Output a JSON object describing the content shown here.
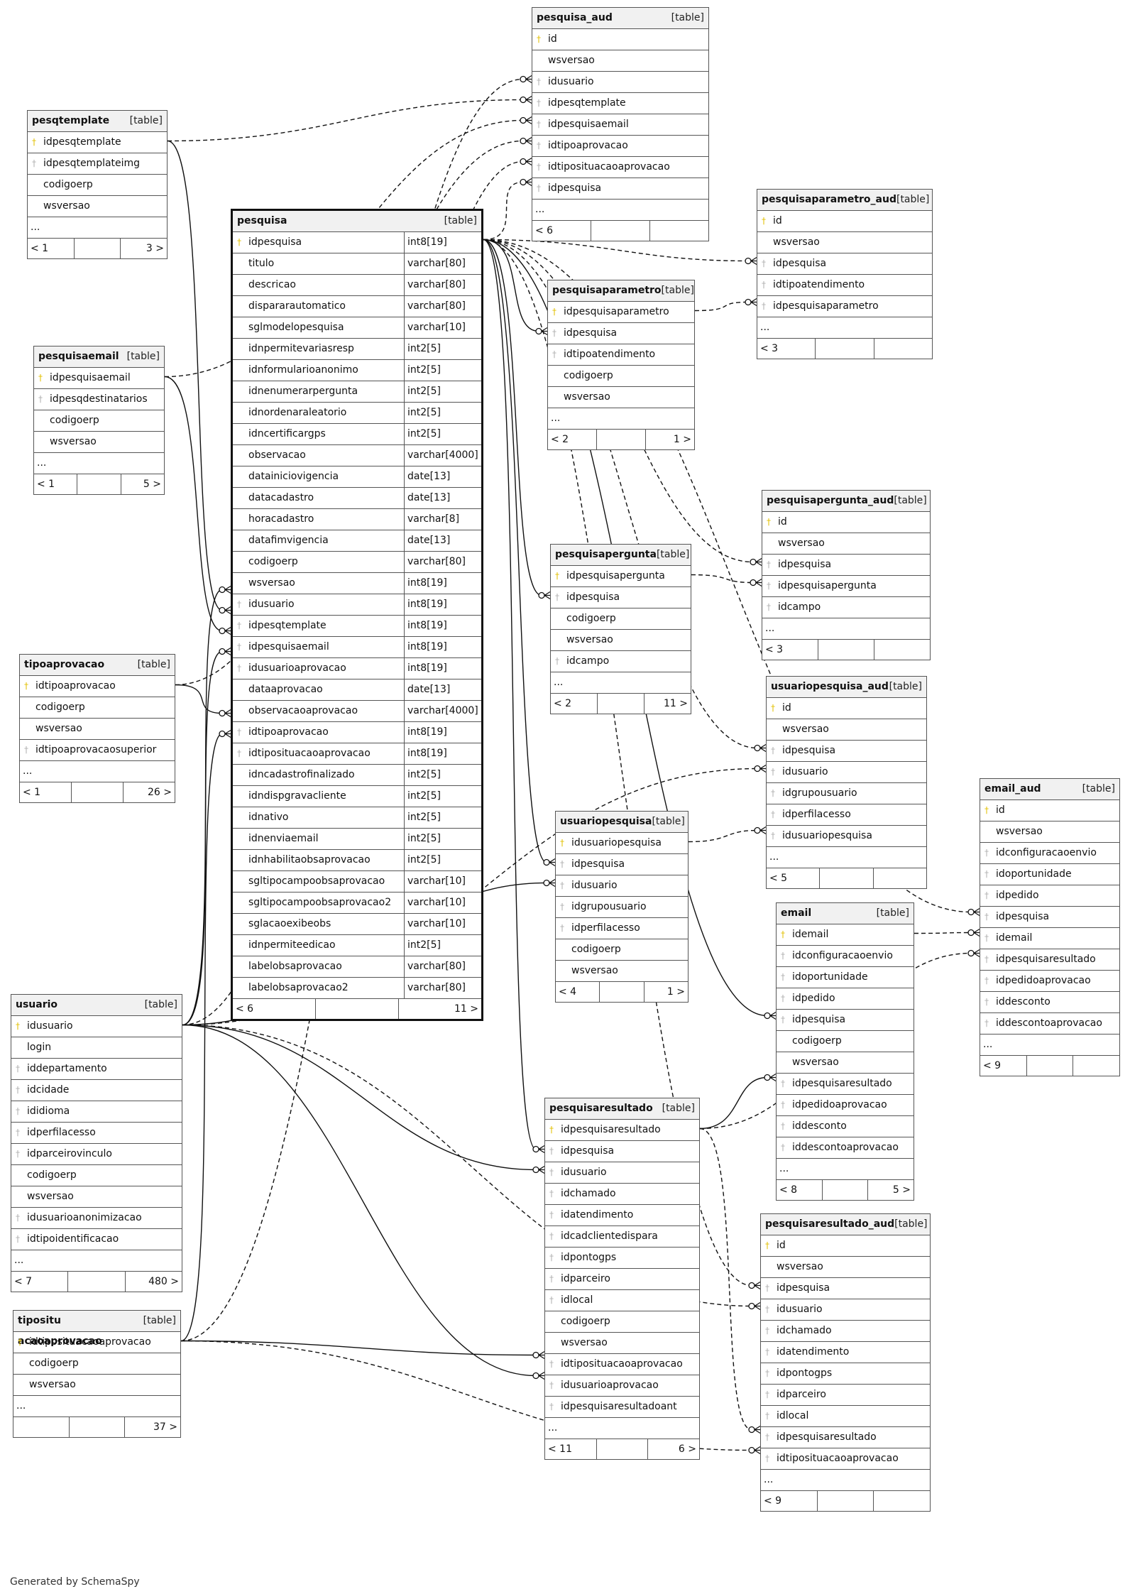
{
  "footer": "Generated by SchemaSpy",
  "tables": [
    {
      "name": "pesquisa_aud",
      "type": "[table]",
      "columns": [
        {
          "n": "id",
          "k": "pk"
        },
        {
          "n": "wsversao",
          "k": ""
        },
        {
          "n": "idusuario",
          "k": "fk"
        },
        {
          "n": "idpesqtemplate",
          "k": "fk"
        },
        {
          "n": "idpesquisaemail",
          "k": "fk"
        },
        {
          "n": "idtipoaprovacao",
          "k": "fk"
        },
        {
          "n": "idtipositu​acaoaprovacao",
          "k": "fk"
        },
        {
          "n": "idpesquisa",
          "k": "fk"
        }
      ],
      "more": "...",
      "foot": [
        "< 6",
        "",
        ""
      ]
    },
    {
      "name": "pesqtemplate",
      "type": "[table]",
      "columns": [
        {
          "n": "idpesqtemplate",
          "k": "pk"
        },
        {
          "n": "idpesqtemplateimg",
          "k": "fk"
        },
        {
          "n": "codigoerp",
          "k": ""
        },
        {
          "n": "wsversao",
          "k": ""
        }
      ],
      "more": "...",
      "foot": [
        "< 1",
        "",
        "3 >"
      ]
    },
    {
      "name": "pesquisaparametro_aud",
      "type": "[table]",
      "columns": [
        {
          "n": "id",
          "k": "pk"
        },
        {
          "n": "wsversao",
          "k": ""
        },
        {
          "n": "idpesquisa",
          "k": "fk"
        },
        {
          "n": "idtipoatendimento",
          "k": "fk"
        },
        {
          "n": "idpesquisaparametro",
          "k": "fk"
        }
      ],
      "more": "...",
      "foot": [
        "< 3",
        "",
        ""
      ]
    },
    {
      "name": "pesquisa",
      "type": "[table]",
      "columns": [
        {
          "n": "idpesquisa",
          "k": "pk",
          "t": "int8[19]"
        },
        {
          "n": "titulo",
          "k": "",
          "t": "varchar[80]"
        },
        {
          "n": "descricao",
          "k": "",
          "t": "varchar[80]"
        },
        {
          "n": "dispararautomatico",
          "k": "",
          "t": "varchar[80]"
        },
        {
          "n": "sglmodelopesquisa",
          "k": "",
          "t": "varchar[10]"
        },
        {
          "n": "idnpermitevariasresp",
          "k": "",
          "t": "int2[5]"
        },
        {
          "n": "idnformularioanonimo",
          "k": "",
          "t": "int2[5]"
        },
        {
          "n": "idnenumerarpergunta",
          "k": "",
          "t": "int2[5]"
        },
        {
          "n": "idnordenaraleatorio",
          "k": "",
          "t": "int2[5]"
        },
        {
          "n": "idncertificargps",
          "k": "",
          "t": "int2[5]"
        },
        {
          "n": "observacao",
          "k": "",
          "t": "varchar[4000]"
        },
        {
          "n": "datainiciovigencia",
          "k": "",
          "t": "date[13]"
        },
        {
          "n": "datacadastro",
          "k": "",
          "t": "date[13]"
        },
        {
          "n": "horacadastro",
          "k": "",
          "t": "varchar[8]"
        },
        {
          "n": "datafimvigencia",
          "k": "",
          "t": "date[13]"
        },
        {
          "n": "codigoerp",
          "k": "",
          "t": "varchar[80]"
        },
        {
          "n": "wsversao",
          "k": "",
          "t": "int8[19]"
        },
        {
          "n": "idusuario",
          "k": "fk",
          "t": "int8[19]"
        },
        {
          "n": "idpesqtemplate",
          "k": "fk",
          "t": "int8[19]"
        },
        {
          "n": "idpesquisaemail",
          "k": "fk",
          "t": "int8[19]"
        },
        {
          "n": "idusuarioaprovacao",
          "k": "fk",
          "t": "int8[19]"
        },
        {
          "n": "dataaprovacao",
          "k": "",
          "t": "date[13]"
        },
        {
          "n": "observacaoaprovacao",
          "k": "",
          "t": "varchar[4000]"
        },
        {
          "n": "idtipoaprovacao",
          "k": "fk",
          "t": "int8[19]"
        },
        {
          "n": "idtipositu​acaoaprovacao",
          "k": "fk",
          "t": "int8[19]"
        },
        {
          "n": "idncadastrofinalizado",
          "k": "",
          "t": "int2[5]"
        },
        {
          "n": "idndispgravacliente",
          "k": "",
          "t": "int2[5]"
        },
        {
          "n": "idnativo",
          "k": "",
          "t": "int2[5]"
        },
        {
          "n": "idnenviaemail",
          "k": "",
          "t": "int2[5]"
        },
        {
          "n": "idnhabilitaobsaprovacao",
          "k": "",
          "t": "int2[5]"
        },
        {
          "n": "sgltipocampoobsaprovacao",
          "k": "",
          "t": "varchar[10]"
        },
        {
          "n": "sgltipocampoobsaprovacao2",
          "k": "",
          "t": "varchar[10]"
        },
        {
          "n": "sglacaoexibeobs",
          "k": "",
          "t": "varchar[10]"
        },
        {
          "n": "idnpermiteedicao",
          "k": "",
          "t": "int2[5]"
        },
        {
          "n": "labelobsaprovacao",
          "k": "",
          "t": "varchar[80]"
        },
        {
          "n": "labelobsaprovacao2",
          "k": "",
          "t": "varchar[80]"
        }
      ],
      "more": null,
      "foot": [
        "< 6",
        "",
        "11 >"
      ]
    },
    {
      "name": "pesquisaparametro",
      "type": "[table]",
      "columns": [
        {
          "n": "idpesquisaparametro",
          "k": "pk"
        },
        {
          "n": "idpesquisa",
          "k": "fk"
        },
        {
          "n": "idtipoatendimento",
          "k": "fk"
        },
        {
          "n": "codigoerp",
          "k": ""
        },
        {
          "n": "wsversao",
          "k": ""
        }
      ],
      "more": "...",
      "foot": [
        "< 2",
        "",
        "1 >"
      ]
    },
    {
      "name": "pesquisaemail",
      "type": "[table]",
      "columns": [
        {
          "n": "idpesquisaemail",
          "k": "pk"
        },
        {
          "n": "idpesqdestinatarios",
          "k": "fk"
        },
        {
          "n": "codigoerp",
          "k": ""
        },
        {
          "n": "wsversao",
          "k": ""
        }
      ],
      "more": "...",
      "foot": [
        "< 1",
        "",
        "5 >"
      ]
    },
    {
      "name": "pesquisapergunta_aud",
      "type": "[table]",
      "columns": [
        {
          "n": "id",
          "k": "pk"
        },
        {
          "n": "wsversao",
          "k": ""
        },
        {
          "n": "idpesquisa",
          "k": "fk"
        },
        {
          "n": "idpesquisapergunta",
          "k": "fk"
        },
        {
          "n": "idcampo",
          "k": "fk"
        }
      ],
      "more": "...",
      "foot": [
        "< 3",
        "",
        ""
      ]
    },
    {
      "name": "pesquisapergunta",
      "type": "[table]",
      "columns": [
        {
          "n": "idpesquisapergunta",
          "k": "pk"
        },
        {
          "n": "idpesquisa",
          "k": "fk"
        },
        {
          "n": "codigoerp",
          "k": ""
        },
        {
          "n": "wsversao",
          "k": ""
        },
        {
          "n": "idcampo",
          "k": "fk"
        }
      ],
      "more": "...",
      "foot": [
        "< 2",
        "",
        "11 >"
      ]
    },
    {
      "name": "tipoaprovacao",
      "type": "[table]",
      "columns": [
        {
          "n": "idtipoaprovacao",
          "k": "pk"
        },
        {
          "n": "codigoerp",
          "k": ""
        },
        {
          "n": "wsversao",
          "k": ""
        },
        {
          "n": "idtipoaprovacaosuperior",
          "k": "fk"
        }
      ],
      "more": "...",
      "foot": [
        "< 1",
        "",
        "26 >"
      ]
    },
    {
      "name": "usuariopesquisa_aud",
      "type": "[table]",
      "columns": [
        {
          "n": "id",
          "k": "pk"
        },
        {
          "n": "wsversao",
          "k": ""
        },
        {
          "n": "idpesquisa",
          "k": "fk"
        },
        {
          "n": "idusuario",
          "k": "fk"
        },
        {
          "n": "idgrupousuario",
          "k": "fk"
        },
        {
          "n": "idperfilacesso",
          "k": "fk"
        },
        {
          "n": "idusuariopesquisa",
          "k": "fk"
        }
      ],
      "more": "...",
      "foot": [
        "< 5",
        "",
        ""
      ]
    },
    {
      "name": "email_aud",
      "type": "[table]",
      "columns": [
        {
          "n": "id",
          "k": "pk"
        },
        {
          "n": "wsversao",
          "k": ""
        },
        {
          "n": "idconfiguracaoenvio",
          "k": "fk"
        },
        {
          "n": "idoportunidade",
          "k": "fk"
        },
        {
          "n": "idpedido",
          "k": "fk"
        },
        {
          "n": "idpesquisa",
          "k": "fk"
        },
        {
          "n": "idemail",
          "k": "fk"
        },
        {
          "n": "idpesquisaresultado",
          "k": "fk"
        },
        {
          "n": "idpedidoaprovacao",
          "k": "fk"
        },
        {
          "n": "iddesconto",
          "k": "fk"
        },
        {
          "n": "iddescontoaprovacao",
          "k": "fk"
        }
      ],
      "more": "...",
      "foot": [
        "< 9",
        "",
        ""
      ]
    },
    {
      "name": "usuariopesquisa",
      "type": "[table]",
      "columns": [
        {
          "n": "idusuariopesquisa",
          "k": "pk"
        },
        {
          "n": "idpesquisa",
          "k": "fk"
        },
        {
          "n": "idusuario",
          "k": "fk"
        },
        {
          "n": "idgrupousuario",
          "k": "fk"
        },
        {
          "n": "idperfilacesso",
          "k": "fk"
        },
        {
          "n": "codigoerp",
          "k": ""
        },
        {
          "n": "wsversao",
          "k": ""
        }
      ],
      "more": null,
      "foot": [
        "< 4",
        "",
        "1 >"
      ]
    },
    {
      "name": "email",
      "type": "[table]",
      "columns": [
        {
          "n": "idemail",
          "k": "pk"
        },
        {
          "n": "idconfiguracaoenvio",
          "k": "fk"
        },
        {
          "n": "idoportunidade",
          "k": "fk"
        },
        {
          "n": "idpedido",
          "k": "fk"
        },
        {
          "n": "idpesquisa",
          "k": "fk"
        },
        {
          "n": "codigoerp",
          "k": ""
        },
        {
          "n": "wsversao",
          "k": ""
        },
        {
          "n": "idpesquisaresultado",
          "k": "fk"
        },
        {
          "n": "idpedidoaprovacao",
          "k": "fk"
        },
        {
          "n": "iddesconto",
          "k": "fk"
        },
        {
          "n": "iddescontoaprovacao",
          "k": "fk"
        }
      ],
      "more": "...",
      "foot": [
        "< 8",
        "",
        "5 >"
      ]
    },
    {
      "name": "usuario",
      "type": "[table]",
      "columns": [
        {
          "n": "idusuario",
          "k": "pk"
        },
        {
          "n": "login",
          "k": ""
        },
        {
          "n": "iddepartamento",
          "k": "fk"
        },
        {
          "n": "idcidade",
          "k": "fk"
        },
        {
          "n": "ididioma",
          "k": "fk"
        },
        {
          "n": "idperfilacesso",
          "k": "fk"
        },
        {
          "n": "idparceirovinculo",
          "k": "fk"
        },
        {
          "n": "codigoerp",
          "k": ""
        },
        {
          "n": "wsversao",
          "k": ""
        },
        {
          "n": "idusuarioanonimizacao",
          "k": "fk"
        },
        {
          "n": "idtipoidentificacao",
          "k": "fk"
        }
      ],
      "more": "...",
      "foot": [
        "< 7",
        "",
        "480 >"
      ]
    },
    {
      "name": "pesquisaresultado",
      "type": "[table]",
      "columns": [
        {
          "n": "idpesquisaresultado",
          "k": "pk"
        },
        {
          "n": "idpesquisa",
          "k": "fk"
        },
        {
          "n": "idusuario",
          "k": "fk"
        },
        {
          "n": "idchamado",
          "k": "fk"
        },
        {
          "n": "idatendimento",
          "k": "fk"
        },
        {
          "n": "idcadclientedispara",
          "k": "fk"
        },
        {
          "n": "idpontogps",
          "k": "fk"
        },
        {
          "n": "idparceiro",
          "k": "fk"
        },
        {
          "n": "idlocal",
          "k": "fk"
        },
        {
          "n": "codigoerp",
          "k": ""
        },
        {
          "n": "wsversao",
          "k": ""
        },
        {
          "n": "idtipositu​acaoaprovacao",
          "k": "fk"
        },
        {
          "n": "idusuarioaprovacao",
          "k": "fk"
        },
        {
          "n": "idpesquisaresultadoant",
          "k": "fk"
        }
      ],
      "more": "...",
      "foot": [
        "< 11",
        "",
        "6 >"
      ]
    },
    {
      "name": "pesquisaresultado_aud",
      "type": "[table]",
      "columns": [
        {
          "n": "id",
          "k": "pk"
        },
        {
          "n": "wsversao",
          "k": ""
        },
        {
          "n": "idpesquisa",
          "k": "fk"
        },
        {
          "n": "idusuario",
          "k": "fk"
        },
        {
          "n": "idchamado",
          "k": "fk"
        },
        {
          "n": "idatendimento",
          "k": "fk"
        },
        {
          "n": "idpontogps",
          "k": "fk"
        },
        {
          "n": "idparceiro",
          "k": "fk"
        },
        {
          "n": "idlocal",
          "k": "fk"
        },
        {
          "n": "idpesquisaresultado",
          "k": "fk"
        },
        {
          "n": "idtipositu​acaoaprovacao",
          "k": "fk"
        }
      ],
      "more": "...",
      "foot": [
        "< 9",
        "",
        ""
      ]
    },
    {
      "name": "tipositu​acaoaprovacao",
      "type": "[table]",
      "columns": [
        {
          "n": "idtipositu​acaoaprovacao",
          "k": "pk"
        },
        {
          "n": "codigoerp",
          "k": ""
        },
        {
          "n": "wsversao",
          "k": ""
        }
      ],
      "more": "...",
      "foot": [
        "",
        "",
        "37 >"
      ]
    }
  ]
}
